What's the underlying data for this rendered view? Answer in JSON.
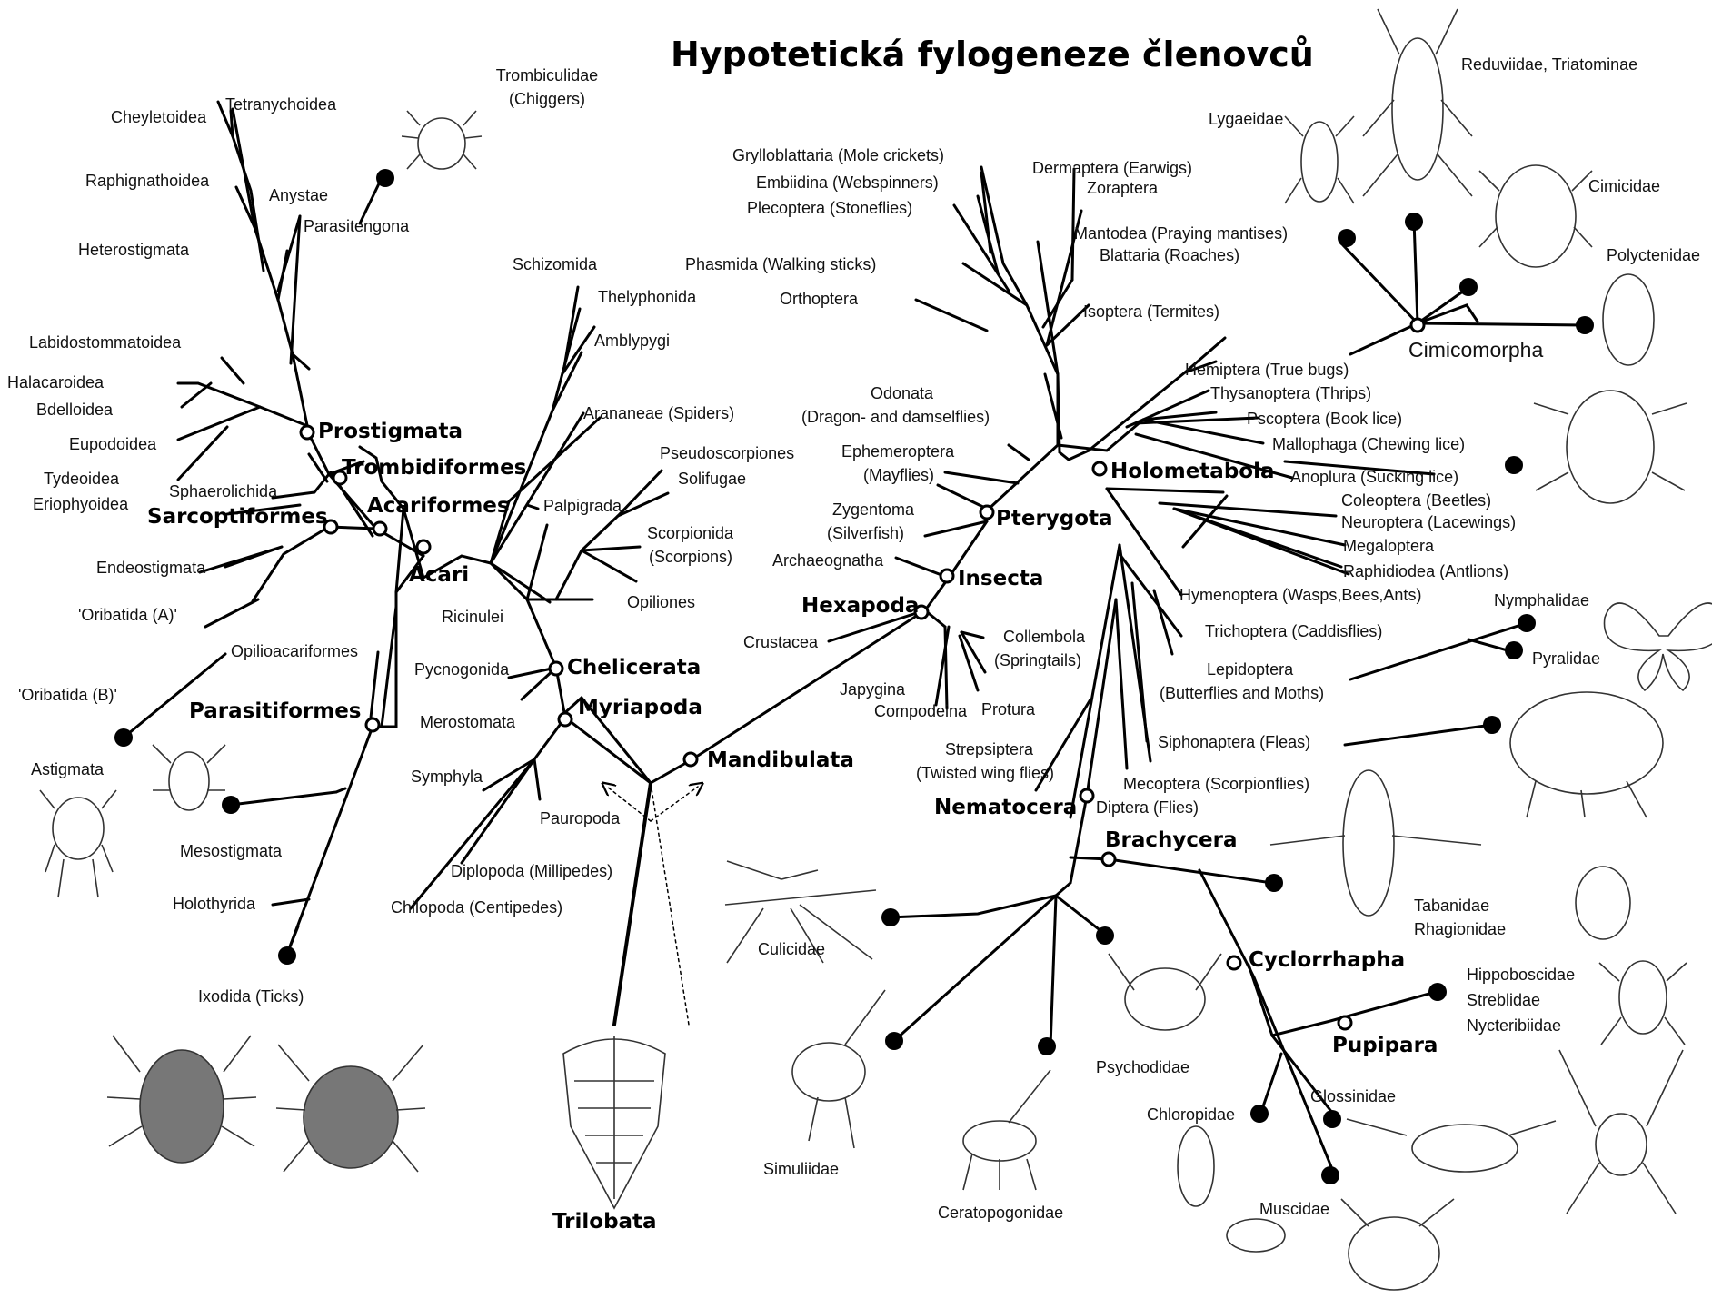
{
  "title": "Hypotetická fylogeneze členovců",
  "clades": {
    "prostigmata": "Prostigmata",
    "trombidiformes": "Trombidiformes",
    "acariformes": "Acariformes",
    "sarcoptiformes": "Sarcoptiformes",
    "acari": "Acari",
    "parasitiformes": "Parasitiformes",
    "chelicerata": "Chelicerata",
    "myriapoda": "Myriapoda",
    "mandibulata": "Mandibulata",
    "hexapoda": "Hexapoda",
    "insecta": "Insecta",
    "pterygota": "Pterygota",
    "holometabola": "Holometabola",
    "nematocera": "Nematocera",
    "brachycera": "Brachycera",
    "cyclorrhapha": "Cyclorrhapha",
    "pupipara": "Pupipara",
    "cimicomorpha": "Cimicomorpha",
    "trilobata": "Trilobata"
  },
  "mites": {
    "cheyletoidea": "Cheyletoidea",
    "tetranychoidea": "Tetranychoidea",
    "raphignathoidea": "Raphignathoidea",
    "anystae": "Anystae",
    "parasitengona": "Parasitengona",
    "trombiculidae": "Trombiculidae",
    "chiggers": "(Chiggers)",
    "heterostigmata": "Heterostigmata",
    "labidostommatoidea": "Labidostommatoidea",
    "halacaroidea": "Halacaroidea",
    "bdelloidea": "Bdelloidea",
    "eupodoidea": "Eupodoidea",
    "tydeoidea": "Tydeoidea",
    "eriophyoidea": "Eriophyoidea",
    "sphaerolichida": "Sphaerolichida",
    "endeostigmata": "Endeostigmata",
    "oribatida_a": "'Oribatida (A)'",
    "oribatida_b": "'Oribatida (B)'",
    "astigmata": "Astigmata",
    "opilioacariformes": "Opilioacariformes",
    "mesostigmata": "Mesostigmata",
    "holothyrida": "Holothyrida",
    "ixodida": "Ixodida (Ticks)"
  },
  "arachnids": {
    "schizomida": "Schizomida",
    "thelyphonida": "Thelyphonida",
    "amblypygi": "Amblypygi",
    "aranaeae": "Arananeae (Spiders)",
    "pseudoscorpiones": "Pseudoscorpiones",
    "solifugae": "Solifugae",
    "scorpionida": "Scorpionida",
    "scorpions": "(Scorpions)",
    "opiliones": "Opiliones",
    "palpigrada": "Palpigrada",
    "ricinulei": "Ricinulei",
    "pycnogonida": "Pycnogonida",
    "merostomata": "Merostomata"
  },
  "myriapods": {
    "symphyla": "Symphyla",
    "pauropoda": "Pauropoda",
    "diplopoda": "Diplopoda (Millipedes)",
    "chilopoda": "Chilopoda (Centipedes)"
  },
  "hexapods": {
    "crustacea": "Crustacea",
    "japygina": "Japygina",
    "compodeina": "Compodeina",
    "protura": "Protura",
    "collembola": "Collembola",
    "springtails": "(Springtails)",
    "archaeognatha": "Archaeognatha",
    "zygentoma": "Zygentoma",
    "silverfish": "(Silverfish)",
    "ephemeroptera": "Ephemeroptera",
    "mayflies": "(Mayflies)",
    "odonata": "Odonata",
    "dragonflies": "(Dragon- and damselflies)",
    "grylloblattaria": "Grylloblattaria (Mole crickets)",
    "embiidina": "Embiidina (Webspinners)",
    "plecoptera": "Plecoptera (Stoneflies)",
    "phasmida": "Phasmida (Walking sticks)",
    "orthoptera": "Orthoptera",
    "dermaptera": "Dermaptera (Earwigs)",
    "zoraptera": "Zoraptera",
    "mantodea": "Mantodea (Praying mantises)",
    "blattaria": "Blattaria (Roaches)",
    "isoptera": "Isoptera (Termites)"
  },
  "holometabola": {
    "hemiptera": "Hemiptera (True bugs)",
    "thysanoptera": "Thysanoptera (Thrips)",
    "pscoptera": "Pscoptera (Book lice)",
    "mallophaga": "Mallophaga (Chewing lice)",
    "anoplura": "Anoplura (Sucking lice)",
    "coleoptera": "Coleoptera (Beetles)",
    "neuroptera": "Neuroptera (Lacewings)",
    "megaloptera": "Megaloptera",
    "raphidiodea": "Raphidiodea (Antlions)",
    "hymenoptera": "Hymenoptera (Wasps,Bees,Ants)",
    "trichoptera": "Trichoptera (Caddisflies)",
    "lepidoptera": "Lepidoptera",
    "butterflies": "(Butterflies and Moths)",
    "siphonaptera": "Siphonaptera (Fleas)",
    "strepsiptera": "Strepsiptera",
    "twisted": "(Twisted wing flies)",
    "mecoptera": "Mecoptera (Scorpionflies)",
    "diptera": "Diptera (Flies)"
  },
  "families": {
    "reduviidae": "Reduviidae, Triatominae",
    "lygaeidae": "Lygaeidae",
    "cimicidae": "Cimicidae",
    "polyctenidae": "Polyctenidae",
    "nymphalidae": "Nymphalidae",
    "pyralidae": "Pyralidae",
    "culicidae": "Culicidae",
    "simuliidae": "Simuliidae",
    "ceratopogonidae": "Ceratopogonidae",
    "psychodidae": "Psychodidae",
    "tabanidae": "Tabanidae",
    "rhagionidae": "Rhagionidae",
    "hippoboscidae": "Hippoboscidae",
    "streblidae": "Streblidae",
    "nycteribiidae": "Nycteribiidae",
    "glossinidae": "Glossinidae",
    "chloropidae": "Chloropidae",
    "muscidae": "Muscidae"
  }
}
